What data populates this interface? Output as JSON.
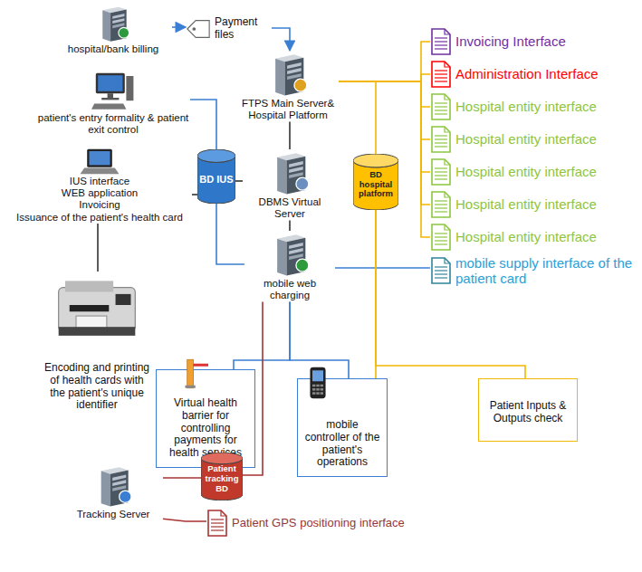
{
  "diagram": {
    "nodes": [
      {
        "text": [
          "hospital/bank billing"
        ]
      },
      {
        "text": [
          "Payment files"
        ]
      },
      {
        "text": [
          "FTPS Main Server& Hospital Platform"
        ]
      },
      {
        "text": [
          "patient's entry formality & patient exit control"
        ]
      },
      {
        "text": [
          "BD IUS"
        ]
      },
      {
        "text": [
          "DBMS Virtual Server"
        ]
      },
      {
        "text": [
          "BD hospital platform"
        ]
      },
      {
        "text": [
          "IUS interface",
          "WEB application",
          "Invoicing",
          "Issuance of the patient's health card"
        ]
      },
      {
        "text": [
          "mobile web charging"
        ]
      },
      {
        "text": [
          "Invoicing Interface"
        ]
      },
      {
        "text": [
          "Administration Interface"
        ]
      },
      {
        "text": [
          "Hospital entity interface"
        ]
      },
      {
        "text": [
          "Hospital entity interface"
        ]
      },
      {
        "text": [
          "Hospital entity interface"
        ]
      },
      {
        "text": [
          "Hospital entity interface"
        ]
      },
      {
        "text": [
          "Hospital entity interface"
        ]
      },
      {
        "text": [
          "mobile supply interface of the patient card"
        ]
      },
      {
        "text": [
          "Encoding and printing of health cards with the patient's unique identifier"
        ]
      },
      {
        "text": [
          "Virtual health barrier for controlling payments for health services"
        ]
      },
      {
        "text": [
          "mobile controller of the patient's operations"
        ]
      },
      {
        "text": [
          "Patient Inputs & Outputs check"
        ]
      },
      {
        "text": [
          "Patient tracking BD"
        ]
      },
      {
        "text": [
          "Tracking Server"
        ]
      },
      {
        "text": [
          "Patient GPS positioning interface"
        ]
      }
    ],
    "edges": [
      {
        "from": 0,
        "to": 1,
        "arrow": "to"
      },
      {
        "from": 1,
        "to": 2,
        "arrow": "to"
      },
      {
        "from": 3,
        "to": 4,
        "arrow": "none"
      },
      {
        "from": 7,
        "to": 4,
        "arrow": "none"
      },
      {
        "from": 4,
        "to": 5,
        "arrow": "none"
      },
      {
        "from": 4,
        "to": 8,
        "arrow": "none"
      },
      {
        "from": 2,
        "to": 5,
        "arrow": "none"
      },
      {
        "from": 5,
        "to": 8,
        "arrow": "none"
      },
      {
        "from": 2,
        "to": 6,
        "arrow": "none"
      },
      {
        "from": 2,
        "to": 9,
        "arrow": "none"
      },
      {
        "from": 2,
        "to": 10,
        "arrow": "none"
      },
      {
        "from": 2,
        "to": 11,
        "arrow": "none"
      },
      {
        "from": 2,
        "to": 12,
        "arrow": "none"
      },
      {
        "from": 2,
        "to": 13,
        "arrow": "none"
      },
      {
        "from": 2,
        "to": 14,
        "arrow": "none"
      },
      {
        "from": 2,
        "to": 15,
        "arrow": "none"
      },
      {
        "from": 8,
        "to": 16,
        "arrow": "none"
      },
      {
        "from": 8,
        "to": 18,
        "arrow": "none"
      },
      {
        "from": 8,
        "to": 19,
        "arrow": "none"
      },
      {
        "from": 6,
        "to": 19,
        "arrow": "none"
      },
      {
        "from": 6,
        "to": 20,
        "arrow": "none"
      },
      {
        "from": 8,
        "to": 21,
        "arrow": "none"
      },
      {
        "from": 21,
        "to": 22,
        "arrow": "none"
      },
      {
        "from": 22,
        "to": 23,
        "arrow": "none"
      },
      {
        "from": 7,
        "to": 17,
        "arrow": "none"
      }
    ]
  }
}
